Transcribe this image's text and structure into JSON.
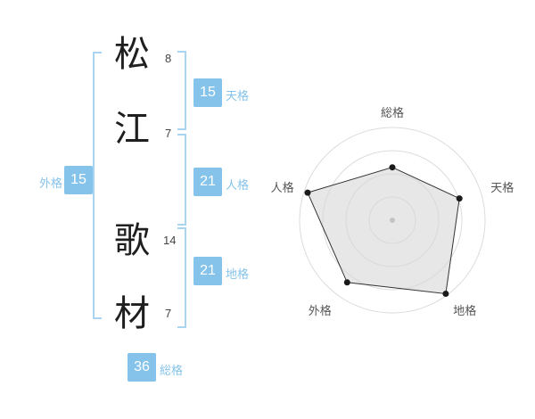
{
  "name_breakdown": {
    "characters": [
      {
        "char": "松",
        "strokes": "8"
      },
      {
        "char": "江",
        "strokes": "7"
      },
      {
        "char": "歌",
        "strokes": "14"
      },
      {
        "char": "材",
        "strokes": "7"
      }
    ],
    "results": {
      "tenkaku": {
        "value": "15",
        "label": "天格"
      },
      "jinkaku": {
        "value": "21",
        "label": "人格"
      },
      "chikaku": {
        "value": "21",
        "label": "地格"
      },
      "gaikaku": {
        "value": "15",
        "label": "外格"
      },
      "soukaku": {
        "value": "36",
        "label": "総格"
      }
    }
  },
  "colors": {
    "accent_blue": "#86c3ea",
    "bracket_blue": "#a9d5f1",
    "badge_text": "#ffffff",
    "ring_gray": "#dcdcdc",
    "polygon_fill": "#d7d7d7",
    "polygon_stroke": "#333333",
    "vertex_dot": "#1a1a1a",
    "center_dot": "#c4c4c4",
    "axis_label_gray": "#555555"
  },
  "chart_data": {
    "type": "radar",
    "categories": [
      "総格",
      "天格",
      "地格",
      "外格",
      "人格"
    ],
    "values": [
      57,
      76,
      98,
      83,
      96
    ],
    "max": 100,
    "rings": 4,
    "start_angle_deg": -90,
    "direction": "clockwise",
    "grid": "circular",
    "legend": "none",
    "title": ""
  }
}
